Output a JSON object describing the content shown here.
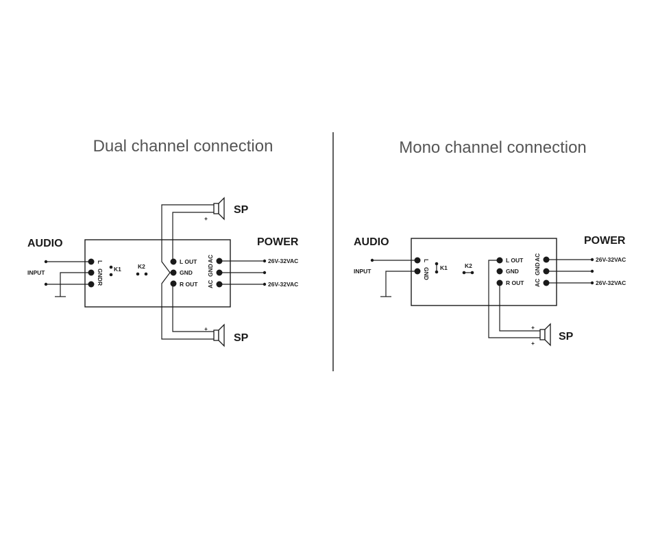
{
  "colors": {
    "ink": "#1a1a1a",
    "title": "#555555",
    "background": "#ffffff"
  },
  "dual": {
    "title": "Dual channel connection",
    "audio": "AUDIO",
    "input": "INPUT",
    "power": "POWER",
    "in_l": "L",
    "in_gnd": "GND",
    "in_r": "R",
    "k1": "K1",
    "k2": "K2",
    "out_l": "L OUT",
    "out_gnd": "GND",
    "out_r": "R OUT",
    "ac_top": "AC",
    "ac_gnd": "GND",
    "ac_bottom": "AC",
    "vac_top": "26V-32VAC",
    "vac_bottom": "26V-32VAC",
    "sp_top": "SP",
    "sp_bottom": "SP",
    "plus_top": "+",
    "plus_bottom": "+"
  },
  "mono": {
    "title": "Mono channel connection",
    "audio": "AUDIO",
    "input": "INPUT",
    "power": "POWER",
    "in_l": "L",
    "in_gnd": "GND",
    "k1": "K1",
    "k2": "K2",
    "out_l": "L OUT",
    "out_gnd": "GND",
    "out_r": "R OUT",
    "ac_top": "AC",
    "ac_gnd": "GND",
    "ac_bottom": "AC",
    "vac_top": "26V-32VAC",
    "vac_bottom": "26V-32VAC",
    "sp": "SP",
    "plus_a": "+",
    "plus_b": "+"
  }
}
